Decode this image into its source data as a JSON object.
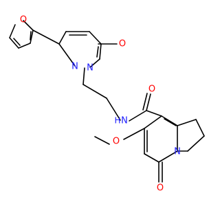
{
  "molecule": {
    "atoms": {
      "furan_o": "O",
      "n1": "N",
      "n2": "N",
      "pyridazinone_o": "O",
      "amide_nh": "N",
      "amide_h": "H",
      "amide_o": "O",
      "methoxy_o": "O",
      "indolizinone_n": "N",
      "indolizinone_o": "O"
    },
    "colors": {
      "carbon": "#000000",
      "nitrogen": "#1f1fff",
      "oxygen": "#ff0000"
    }
  }
}
